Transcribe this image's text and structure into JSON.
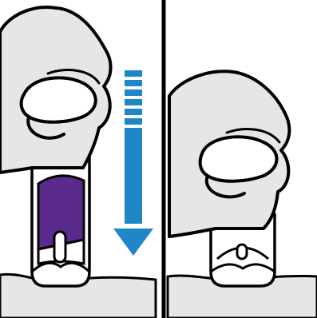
{
  "figure": {
    "panels": [
      {
        "step": "press",
        "arrow": "down"
      },
      {
        "step": "pressed"
      }
    ],
    "colors": {
      "outline": "#000000",
      "hand_fill": "#e6e6e6",
      "device_white": "#ffffff",
      "device_window_purple": "#5a2a8c",
      "skin_fill": "#e6e6e6",
      "arrow_blue": "#1f86c8",
      "divider": "#000000"
    },
    "icons": [
      "hand-icon",
      "autoinjector-icon",
      "down-arrow-icon",
      "skin-surface-icon"
    ]
  }
}
